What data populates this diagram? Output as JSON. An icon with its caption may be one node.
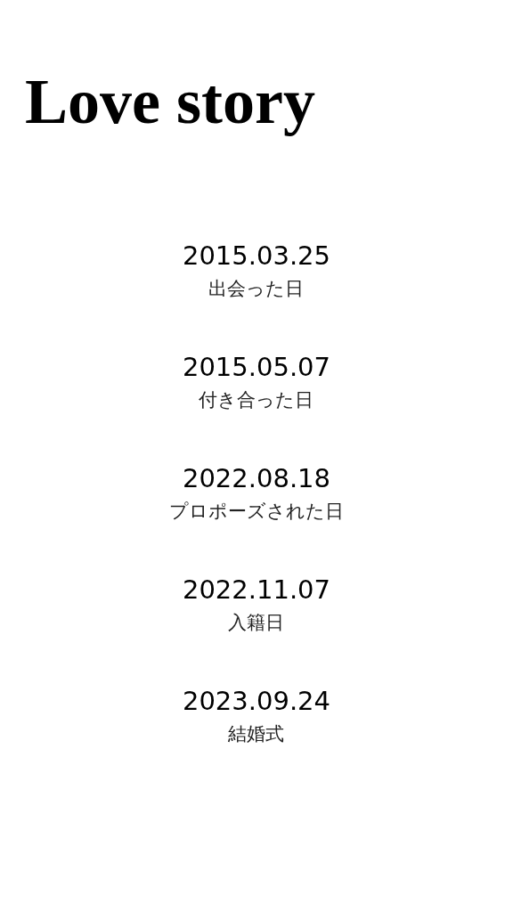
{
  "diagram": {
    "title": "Love story",
    "labels": [
      "2015.03.25",
      "出会った日",
      "2015.05.07",
      "付き合った日",
      "2022.08.18",
      "プロポーズされた日",
      "2022.11.07",
      "入籍日",
      "2023.09.24",
      "結婚式"
    ]
  }
}
